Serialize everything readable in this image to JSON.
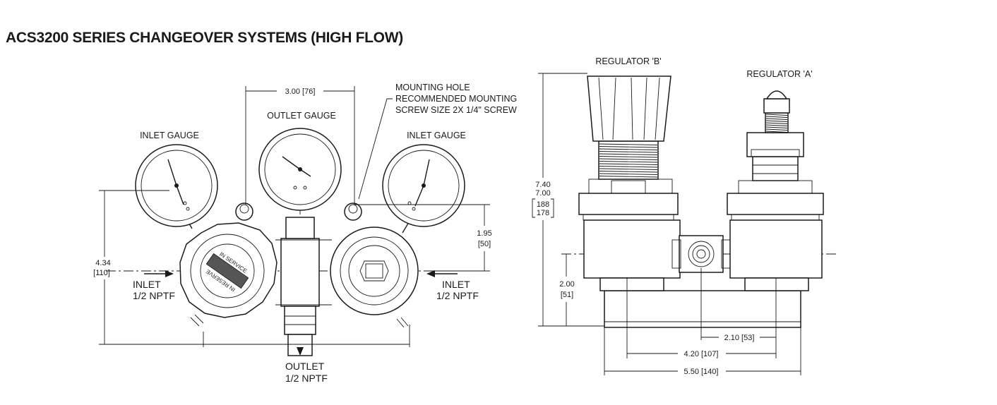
{
  "title": "ACS3200 SERIES CHANGEOVER SYSTEMS (HIGH FLOW)",
  "front_view": {
    "inlet_gauge_left": "INLET GAUGE",
    "outlet_gauge": "OUTLET GAUGE",
    "inlet_gauge_right": "INLET GAUGE",
    "mounting_hole": [
      "MOUNTING HOLE",
      "RECOMMENDED MOUNTING",
      "SCREW SIZE 2X 1/4\" SCREW"
    ],
    "dim_width_top": "3.00 [76]",
    "dim_height_left": [
      "4.34",
      "[110]"
    ],
    "dim_height_right": [
      "1.95",
      "[50]"
    ],
    "inlet_left": [
      "INLET",
      "1/2 NPTF"
    ],
    "inlet_right": [
      "INLET",
      "1/2 NPTF"
    ],
    "outlet": [
      "OUTLET",
      "1/2 NPTF"
    ],
    "knob_text": [
      "IN SERVICE",
      "IN RESERVE"
    ]
  },
  "side_view": {
    "regulator_b": "REGULATOR 'B'",
    "regulator_a": "REGULATOR 'A'",
    "dim_height": [
      "7.40",
      "7.00",
      "188",
      "178"
    ],
    "dim_lower": [
      "2.00",
      "[51]"
    ],
    "dim_210": "2.10 [53]",
    "dim_420": "4.20 [107]",
    "dim_550": "5.50 [140]"
  }
}
